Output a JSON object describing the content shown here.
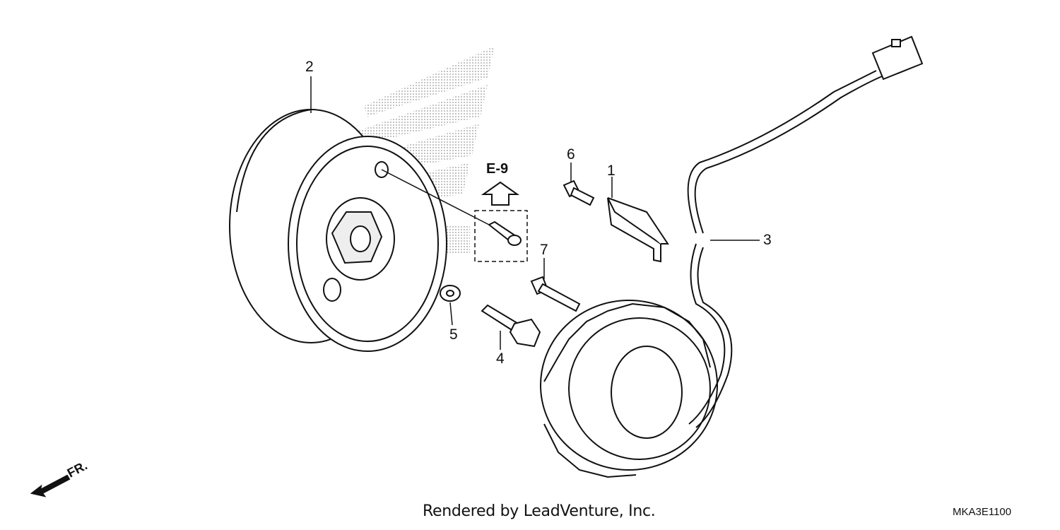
{
  "diagram": {
    "parts": [
      {
        "callout": "1",
        "part": "stator-bracket"
      },
      {
        "callout": "2",
        "part": "flywheel"
      },
      {
        "callout": "3",
        "part": "stator-with-wire-harness"
      },
      {
        "callout": "4",
        "part": "flange-bolt"
      },
      {
        "callout": "5",
        "part": "washer"
      },
      {
        "callout": "6",
        "part": "bolt"
      },
      {
        "callout": "7",
        "part": "bolt"
      }
    ],
    "reference_label": "E-9",
    "direction_label": "FR.",
    "credit": "Rendered by LeadVenture, Inc.",
    "diagram_code": "MKA3E1100",
    "colors": {
      "line": "#111111",
      "watermark": "#cfcfcf"
    }
  }
}
